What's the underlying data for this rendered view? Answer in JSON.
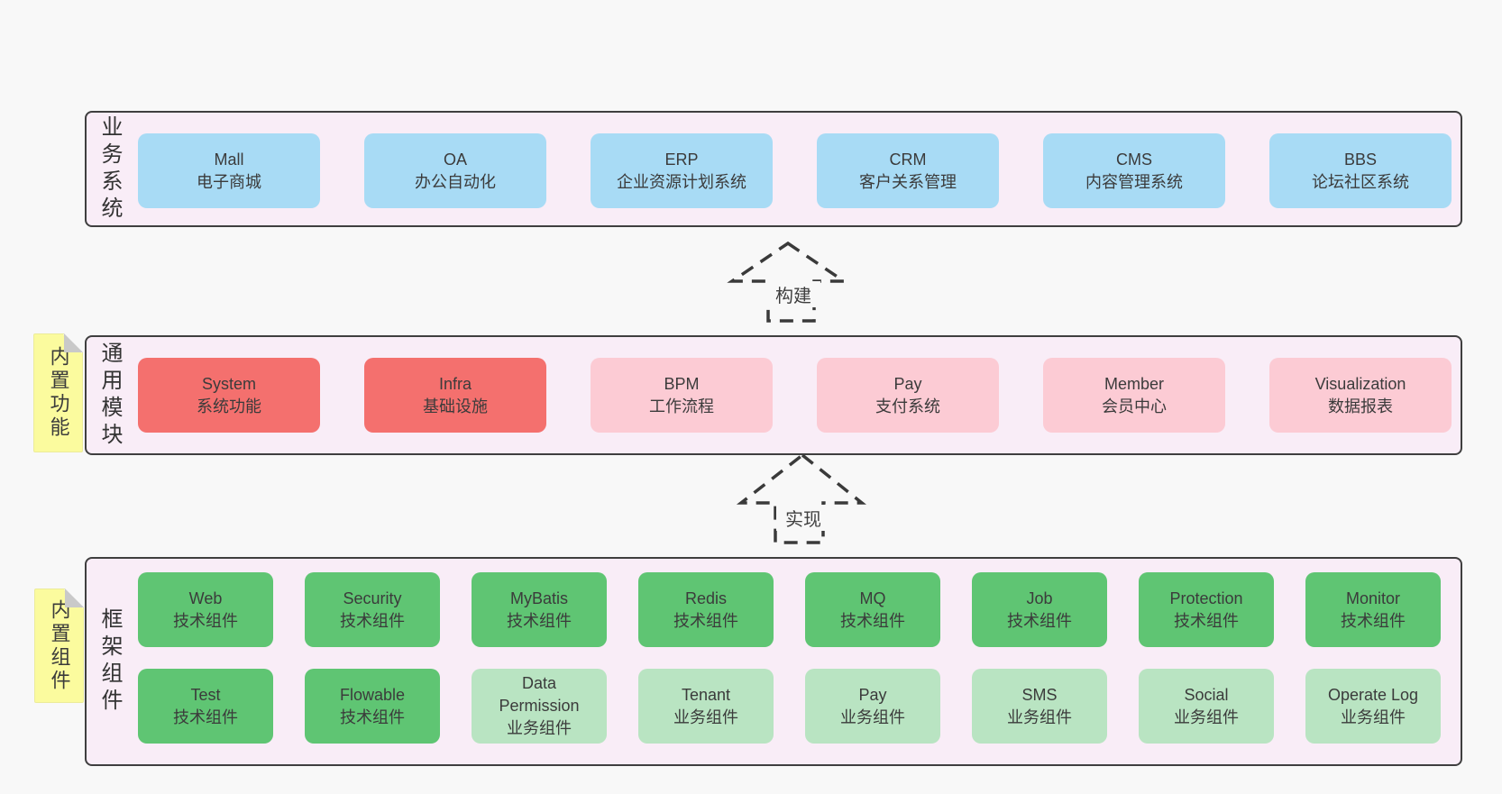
{
  "diagram": {
    "layers": {
      "business": {
        "label": "业务系统",
        "boxes": [
          {
            "title": "Mall",
            "subtitle": "电子商城",
            "variant": "blue"
          },
          {
            "title": "OA",
            "subtitle": "办公自动化",
            "variant": "blue"
          },
          {
            "title": "ERP",
            "subtitle": "企业资源计划系统",
            "variant": "blue"
          },
          {
            "title": "CRM",
            "subtitle": "客户关系管理",
            "variant": "blue"
          },
          {
            "title": "CMS",
            "subtitle": "内容管理系统",
            "variant": "blue"
          },
          {
            "title": "BBS",
            "subtitle": "论坛社区系统",
            "variant": "blue"
          }
        ]
      },
      "modules": {
        "label": "通用模块",
        "sticky_note": "内置功能",
        "boxes": [
          {
            "title": "System",
            "subtitle": "系统功能",
            "variant": "red"
          },
          {
            "title": "Infra",
            "subtitle": "基础设施",
            "variant": "red"
          },
          {
            "title": "BPM",
            "subtitle": "工作流程",
            "variant": "pink"
          },
          {
            "title": "Pay",
            "subtitle": "支付系统",
            "variant": "pink"
          },
          {
            "title": "Member",
            "subtitle": "会员中心",
            "variant": "pink"
          },
          {
            "title": "Visualization",
            "subtitle": "数据报表",
            "variant": "pink"
          }
        ]
      },
      "components": {
        "label": "框架组件",
        "sticky_note": "内置组件",
        "row1": [
          {
            "title": "Web",
            "subtitle": "技术组件",
            "variant": "green"
          },
          {
            "title": "Security",
            "subtitle": "技术组件",
            "variant": "green"
          },
          {
            "title": "MyBatis",
            "subtitle": "技术组件",
            "variant": "green"
          },
          {
            "title": "Redis",
            "subtitle": "技术组件",
            "variant": "green"
          },
          {
            "title": "MQ",
            "subtitle": "技术组件",
            "variant": "green"
          },
          {
            "title": "Job",
            "subtitle": "技术组件",
            "variant": "green"
          },
          {
            "title": "Protection",
            "subtitle": "技术组件",
            "variant": "green"
          },
          {
            "title": "Monitor",
            "subtitle": "技术组件",
            "variant": "green"
          }
        ],
        "row2": [
          {
            "title": "Test",
            "subtitle": "技术组件",
            "variant": "green"
          },
          {
            "title": "Flowable",
            "subtitle": "技术组件",
            "variant": "green"
          },
          {
            "title": "Data Permission",
            "subtitle": "业务组件",
            "variant": "lightgreen"
          },
          {
            "title": "Tenant",
            "subtitle": "业务组件",
            "variant": "lightgreen"
          },
          {
            "title": "Pay",
            "subtitle": "业务组件",
            "variant": "lightgreen"
          },
          {
            "title": "SMS",
            "subtitle": "业务组件",
            "variant": "lightgreen"
          },
          {
            "title": "Social",
            "subtitle": "业务组件",
            "variant": "lightgreen"
          },
          {
            "title": "Operate Log",
            "subtitle": "业务组件",
            "variant": "lightgreen"
          }
        ]
      }
    },
    "arrows": {
      "build": "构建",
      "implement": "实现"
    },
    "colors": {
      "page_bg": "#f8f8f8",
      "panel_bg": "#f9edf7",
      "panel_border": "#3f3f3f",
      "blue": "#a8dbf5",
      "red": "#f4706e",
      "pink": "#fccbd4",
      "green": "#5fc573",
      "light_green": "#b9e4c2",
      "sticky_yellow": "#fbfb9e"
    }
  }
}
